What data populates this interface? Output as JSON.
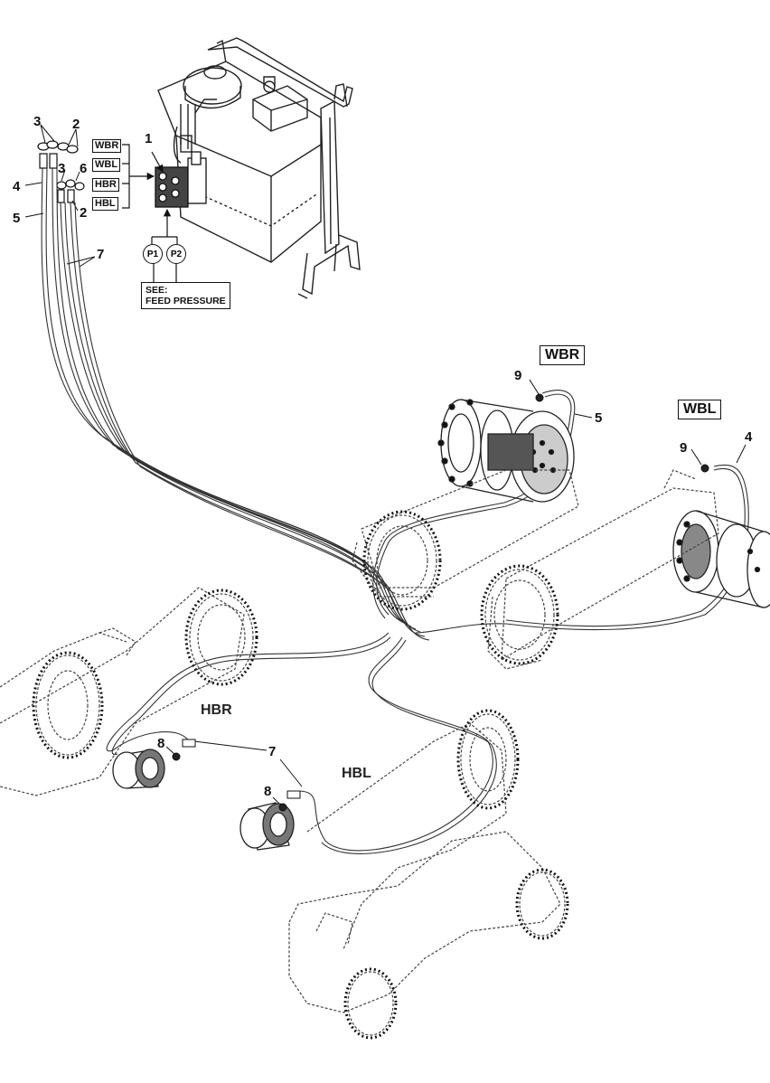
{
  "callouts": {
    "n1": "1",
    "n2a": "2",
    "n2b": "2",
    "n3a": "3",
    "n3b": "3",
    "n4a": "4",
    "n4b": "4",
    "n5a": "5",
    "n5b": "5",
    "n6": "6",
    "n7a": "7",
    "n7b": "7",
    "n8a": "8",
    "n8b": "8",
    "n9a": "9",
    "n9b": "9"
  },
  "valve_ports": [
    "WBR",
    "WBL",
    "HBR",
    "HBL"
  ],
  "pressure_ports": {
    "p1": "P1",
    "p2": "P2"
  },
  "see_note": {
    "line1": "SEE:",
    "line2": "FEED PRESSURE"
  },
  "brake_labels": {
    "wbr": "WBR",
    "wbl": "WBL",
    "hbr": "HBR",
    "hbl": "HBL"
  },
  "colors": {
    "line": "#222222",
    "dashed": "#444444",
    "background": "#ffffff"
  }
}
